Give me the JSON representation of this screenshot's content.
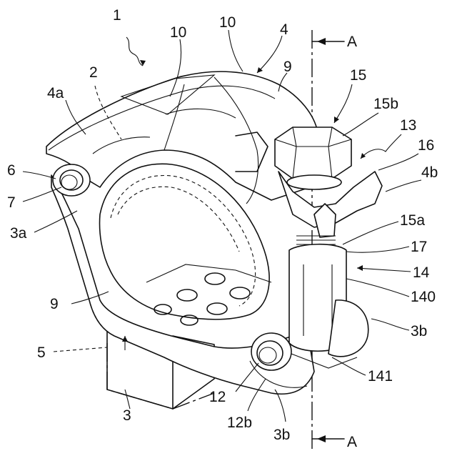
{
  "figure": {
    "labels": {
      "l1": "1",
      "l10a": "10",
      "l10b": "10",
      "l4": "4",
      "lA_top": "A",
      "l2": "2",
      "l9a": "9",
      "l15": "15",
      "l4a": "4a",
      "l15b": "15b",
      "l13": "13",
      "l16": "16",
      "l6": "6",
      "l4b": "4b",
      "l7": "7",
      "l3a": "3a",
      "l15a": "15a",
      "l17": "17",
      "l14": "14",
      "l9b": "9",
      "l140": "140",
      "l3b_right": "3b",
      "l5": "5",
      "l141": "141",
      "l12": "12",
      "l3": "3",
      "l12b": "12b",
      "l3b_bottom": "3b",
      "lA_bottom": "A"
    }
  }
}
